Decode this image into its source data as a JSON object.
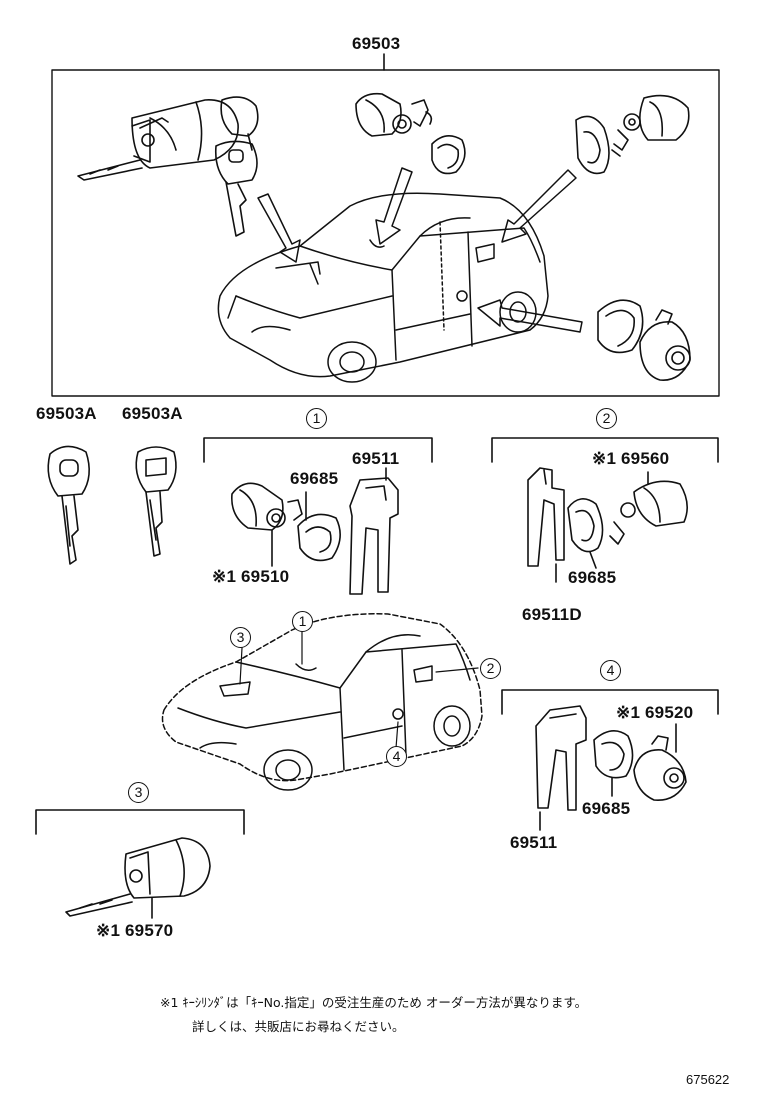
{
  "top_part": "69503",
  "key_left": "69503A",
  "key_right": "69503A",
  "group1": {
    "marker": "1",
    "p1": "69511",
    "p2": "69685",
    "p3": "※1 69510"
  },
  "group2": {
    "marker": "2",
    "p1": "※1 69560",
    "p2": "69685",
    "p3": "69511D"
  },
  "group3": {
    "marker": "3",
    "p1": "※1 69570"
  },
  "group4": {
    "marker": "4",
    "p1": "※1 69520",
    "p2": "69685",
    "p3": "69511"
  },
  "car_markers": {
    "m1": "1",
    "m2": "2",
    "m3": "3",
    "m4": "4"
  },
  "footnote": {
    "line1": "※1 ｷｰｼﾘﾝﾀﾞは「ｷｰNo.指定」の受注生産のため オーダー方法が異なります。",
    "line2": "詳しくは、共販店にお尋ねください。"
  },
  "diagram_code": "675622"
}
